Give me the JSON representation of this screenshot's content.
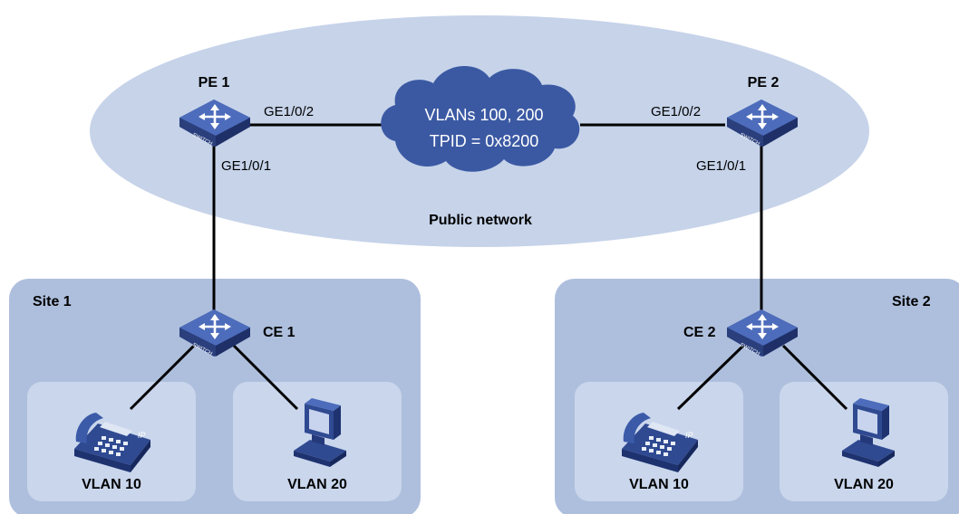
{
  "colors": {
    "public_network": "#c6d3e9",
    "site": "#aebfdd",
    "vlan_box": "#c9d6ec",
    "cloud": "#3b59a3",
    "device": "#3b5aa8",
    "link": "#000000"
  },
  "public_network": {
    "label": "Public network"
  },
  "cloud": {
    "line1": "VLANs 100, 200",
    "line2": "TPID = 0x8200"
  },
  "devices": {
    "pe1": {
      "name": "PE 1",
      "port_up": "GE1/0/2",
      "port_down": "GE1/0/1",
      "badge": "SWITCH",
      "icon": "switch-icon"
    },
    "pe2": {
      "name": "PE 2",
      "port_up": "GE1/0/2",
      "port_down": "GE1/0/1",
      "badge": "SWITCH",
      "icon": "switch-icon"
    },
    "ce1": {
      "name": "CE 1",
      "badge": "SWITCH",
      "icon": "switch-icon"
    },
    "ce2": {
      "name": "CE 2",
      "badge": "SWITCH",
      "icon": "switch-icon"
    }
  },
  "sites": [
    {
      "name": "Site 1",
      "vlans": [
        {
          "label": "VLAN 10",
          "icon": "ip-phone-icon"
        },
        {
          "label": "VLAN 20",
          "icon": "pc-icon"
        }
      ]
    },
    {
      "name": "Site 2",
      "vlans": [
        {
          "label": "VLAN 10",
          "icon": "ip-phone-icon"
        },
        {
          "label": "VLAN 20",
          "icon": "pc-icon"
        }
      ]
    }
  ],
  "phone_badge": "IP"
}
